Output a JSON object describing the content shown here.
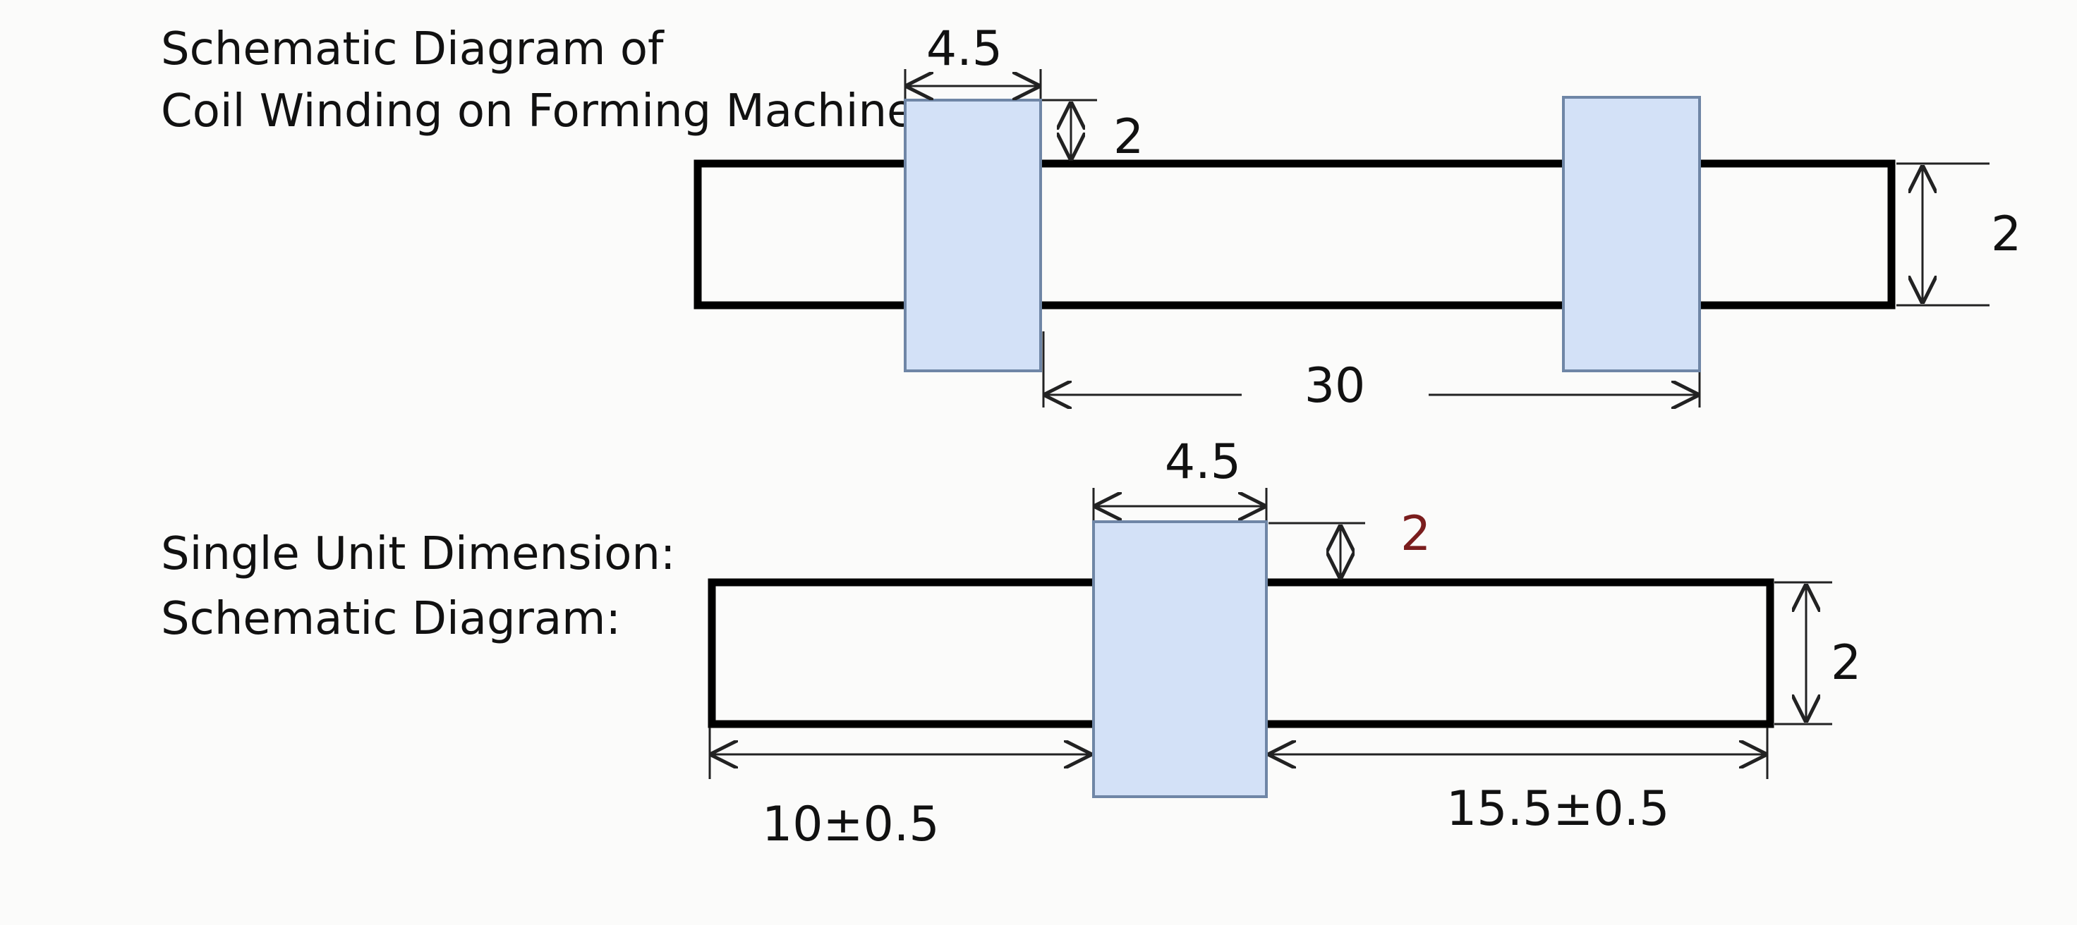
{
  "diagram_top": {
    "title_line1": "Schematic Diagram of",
    "title_line2": "Coil Winding on Forming Machine:",
    "dim_coil_width": "4.5",
    "dim_coil_overhang": "2",
    "dim_strip_height": "2",
    "dim_coil_spacing": "30"
  },
  "diagram_bottom": {
    "title_line1": "Single Unit Dimension:",
    "title_line2": "Schematic Diagram:",
    "dim_coil_width": "4.5",
    "dim_coil_overhang": "2",
    "dim_strip_height": "2",
    "dim_left_length": "10±0.5",
    "dim_right_length": "15.5±0.5"
  },
  "colors": {
    "coil_fill": "#d3e1f7",
    "coil_stroke": "#6f86a6",
    "strip_stroke": "#000000",
    "dimension_line": "#222222",
    "highlight_text": "#7a1d1d"
  }
}
